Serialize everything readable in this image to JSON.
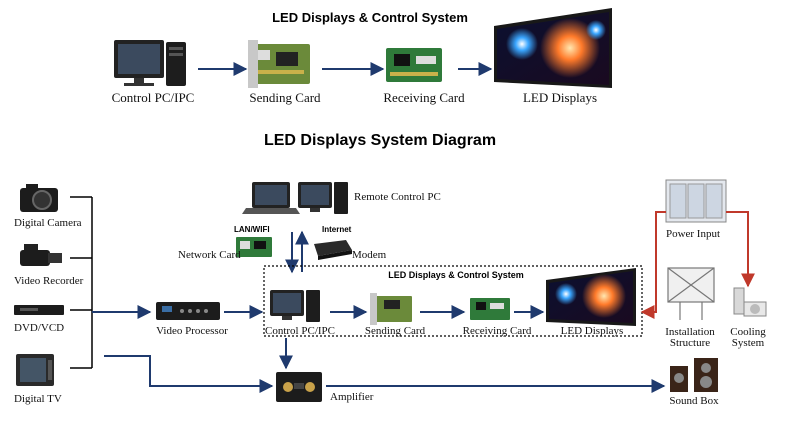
{
  "top_diagram": {
    "title": "LED Displays & Control System",
    "labels": {
      "control_pc": "Control PC/IPC",
      "sending_card": "Sending Card",
      "receiving_card": "Receiving Card",
      "led_displays": "LED Displays"
    }
  },
  "main_diagram": {
    "title": "LED Displays System Diagram",
    "sources": {
      "digital_camera": "Digital Camera",
      "video_recorder": "Video Recorder",
      "dvd_vcd": "DVD/VCD",
      "digital_tv": "Digital TV"
    },
    "network": {
      "remote_control_pc": "Remote Control PC",
      "lan_wifi": "LAN/WIFI",
      "internet": "Internet",
      "network_card": "Network Card",
      "modem": "Modem"
    },
    "video_processor": "Video Processor",
    "control_system": {
      "title": "LED Displays & Control System",
      "control_pc": "Control PC/IPC",
      "sending_card": "Sending Card",
      "receiving_card": "Receiving Card",
      "led_displays": "LED Displays"
    },
    "power_input": "Power Input",
    "installation_structure_line1": "Installation",
    "installation_structure_line2": "Structure",
    "cooling_system_line1": "Cooling",
    "cooling_system_line2": "System",
    "amplifier": "Amplifier",
    "sound_box": "Sound Box"
  },
  "colors": {
    "arrow_blue": "#1f3a6e",
    "arrow_red": "#c0392b"
  }
}
